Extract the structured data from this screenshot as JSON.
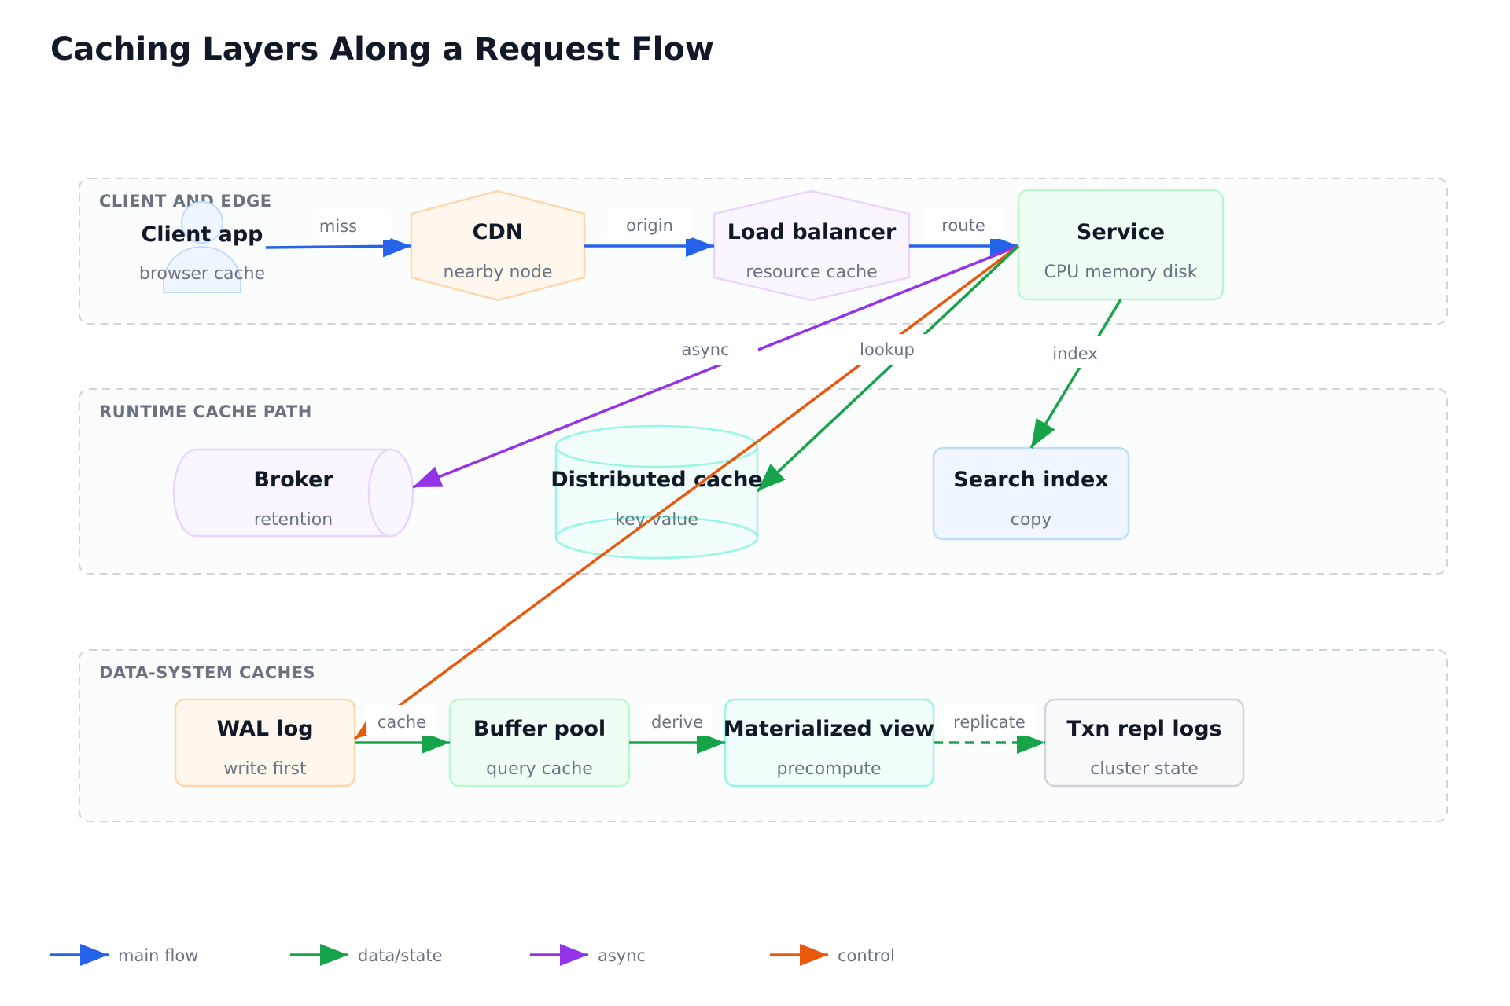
{
  "title": "Caching Layers Along a Request Flow",
  "colors": {
    "main": "#2563eb",
    "data": "#16a34a",
    "async": "#9333ea",
    "control": "#ea580c"
  },
  "groups": {
    "client_edge": "CLIENT AND EDGE",
    "runtime": "RUNTIME CACHE PATH",
    "data_system": "DATA-SYSTEM CACHES"
  },
  "nodes": {
    "client": {
      "title": "Client app",
      "sub": "browser cache",
      "icon": "user-icon"
    },
    "cdn": {
      "title": "CDN",
      "sub": "nearby node"
    },
    "lb": {
      "title": "Load balancer",
      "sub": "resource cache"
    },
    "service": {
      "title": "Service",
      "sub": "CPU memory disk"
    },
    "broker": {
      "title": "Broker",
      "sub": "retention"
    },
    "dcache": {
      "title": "Distributed cache",
      "sub": "key value"
    },
    "search": {
      "title": "Search index",
      "sub": "copy"
    },
    "wal": {
      "title": "WAL log",
      "sub": "write first"
    },
    "buffer": {
      "title": "Buffer pool",
      "sub": "query cache"
    },
    "mview": {
      "title": "Materialized view",
      "sub": "precompute"
    },
    "txn": {
      "title": "Txn repl logs",
      "sub": "cluster state"
    }
  },
  "edges": {
    "miss": "miss",
    "origin": "origin",
    "route": "route",
    "async": "async",
    "lookup": "lookup",
    "index": "index",
    "cache": "cache",
    "derive": "derive",
    "replicate": "replicate"
  },
  "legend": {
    "main": "main flow",
    "data": "data/state",
    "async": "async",
    "control": "control"
  }
}
